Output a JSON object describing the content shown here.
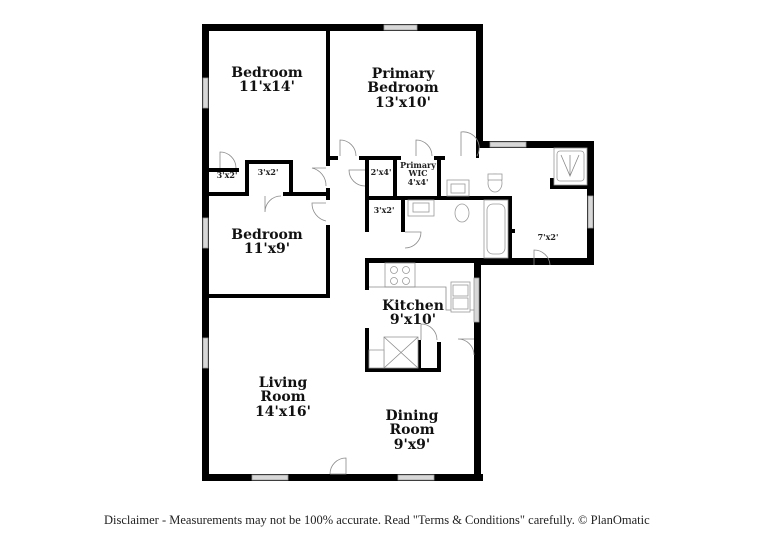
{
  "floorplan": {
    "rooms": [
      {
        "id": "bedroom-1",
        "name": "Bedroom",
        "dimensions": "11'x14'"
      },
      {
        "id": "primary-bedroom",
        "name": "Primary Bedroom",
        "name_lines": [
          "Primary",
          "Bedroom"
        ],
        "dimensions": "13'x10'"
      },
      {
        "id": "bedroom-2",
        "name": "Bedroom",
        "dimensions": "11'x9'"
      },
      {
        "id": "kitchen",
        "name": "Kitchen",
        "dimensions": "9'x10'"
      },
      {
        "id": "living-room",
        "name": "Living Room",
        "name_lines": [
          "Living",
          "Room"
        ],
        "dimensions": "14'x16'"
      },
      {
        "id": "dining-room",
        "name": "Dining Room",
        "name_lines": [
          "Dining",
          "Room"
        ],
        "dimensions": "9'x9'"
      }
    ],
    "closets": [
      {
        "id": "closet-bedroom1-a",
        "dimensions": "3'x2'"
      },
      {
        "id": "closet-bedroom1-b",
        "dimensions": "3'x2'"
      },
      {
        "id": "closet-hall",
        "dimensions": "2'x4'"
      },
      {
        "id": "primary-wic",
        "name_lines": [
          "Primary",
          "WIC"
        ],
        "dimensions": "4'x4'"
      },
      {
        "id": "linen-closet",
        "dimensions": "3'x2'"
      },
      {
        "id": "bath-area",
        "dimensions": "7'x2'"
      }
    ]
  },
  "footer": {
    "disclaimer": "Disclaimer - Measurements may not be 100% accurate. Read \"Terms & Conditions\" carefully. © PlanOmatic"
  },
  "colors": {
    "wall": "#000000",
    "window": "#d8d8d8",
    "fixture_stroke": "#9a9a9a",
    "background": "#ffffff"
  }
}
